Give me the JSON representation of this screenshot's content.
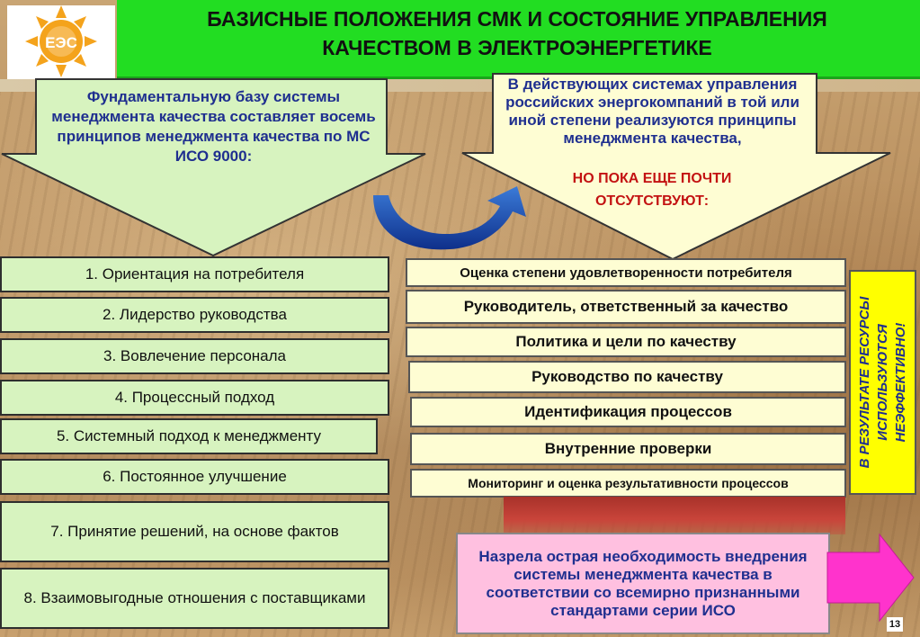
{
  "title": {
    "line1": "БАЗИСНЫЕ ПОЛОЖЕНИЯ  СМК И СОСТОЯНИЕ УПРАВЛЕНИЯ",
    "line2": "КАЧЕСТВОМ В ЭЛЕКТРОЭНЕРГЕТИКЕ"
  },
  "logo": {
    "text": "ЕЭС",
    "icon": "sun-logo-icon"
  },
  "left_arrow": {
    "text": "Фундаментальную базу системы менеджмента качества составляет восемь принципов менеджмента качества по МС ИСО 9000:"
  },
  "right_arrow": {
    "text": "В действующих  системах управления российских энергокомпаний в той или иной степени реализуются принципы менеджмента качества,",
    "red_line1": "НО  ПОКА ЕЩЕ ПОЧТИ",
    "red_line2": "ОТСУТСТВУЮТ:"
  },
  "principles": [
    "1. Ориентация на потребителя",
    "2. Лидерство руководства",
    "3. Вовлечение персонала",
    "4. Процессный подход",
    "5. Системный подход к менеджменту",
    "6. Постоянное улучшение",
    "7. Принятие решений, на основе фактов",
    "8. Взаимовыгодные отношения с поставщиками"
  ],
  "missing_elements": [
    "Оценка степени удовлетворенности потребителя",
    "Руководитель, ответственный за качество",
    "Политика и цели по качеству",
    "Руководство по качеству",
    "Идентификация процессов",
    "Внутренние проверки",
    "Мониторинг и оценка результативности процессов"
  ],
  "vertical_note": {
    "line1": "В РЕЗУЛЬТАТЕ РЕСУРСЫ",
    "line2": "ИСПОЛЬЗУЮТСЯ",
    "line3": "НЕЭФФЕКТИВНО!"
  },
  "conclusion": "Назрела острая необходимость внедрения системы менеджмента качества в соответствии со всемирно признанными стандартами серии ИСО",
  "page_number": "13",
  "colors": {
    "header": "#22dd22",
    "principle_box": "#d7f3bf",
    "element_box": "#fefdd3",
    "vertical_box": "#ffff00",
    "conclusion_box": "#ffc0e0",
    "blue_text": "#1f2f8f",
    "red_text": "#c31212",
    "pink_arrow": "#ff33cc"
  }
}
